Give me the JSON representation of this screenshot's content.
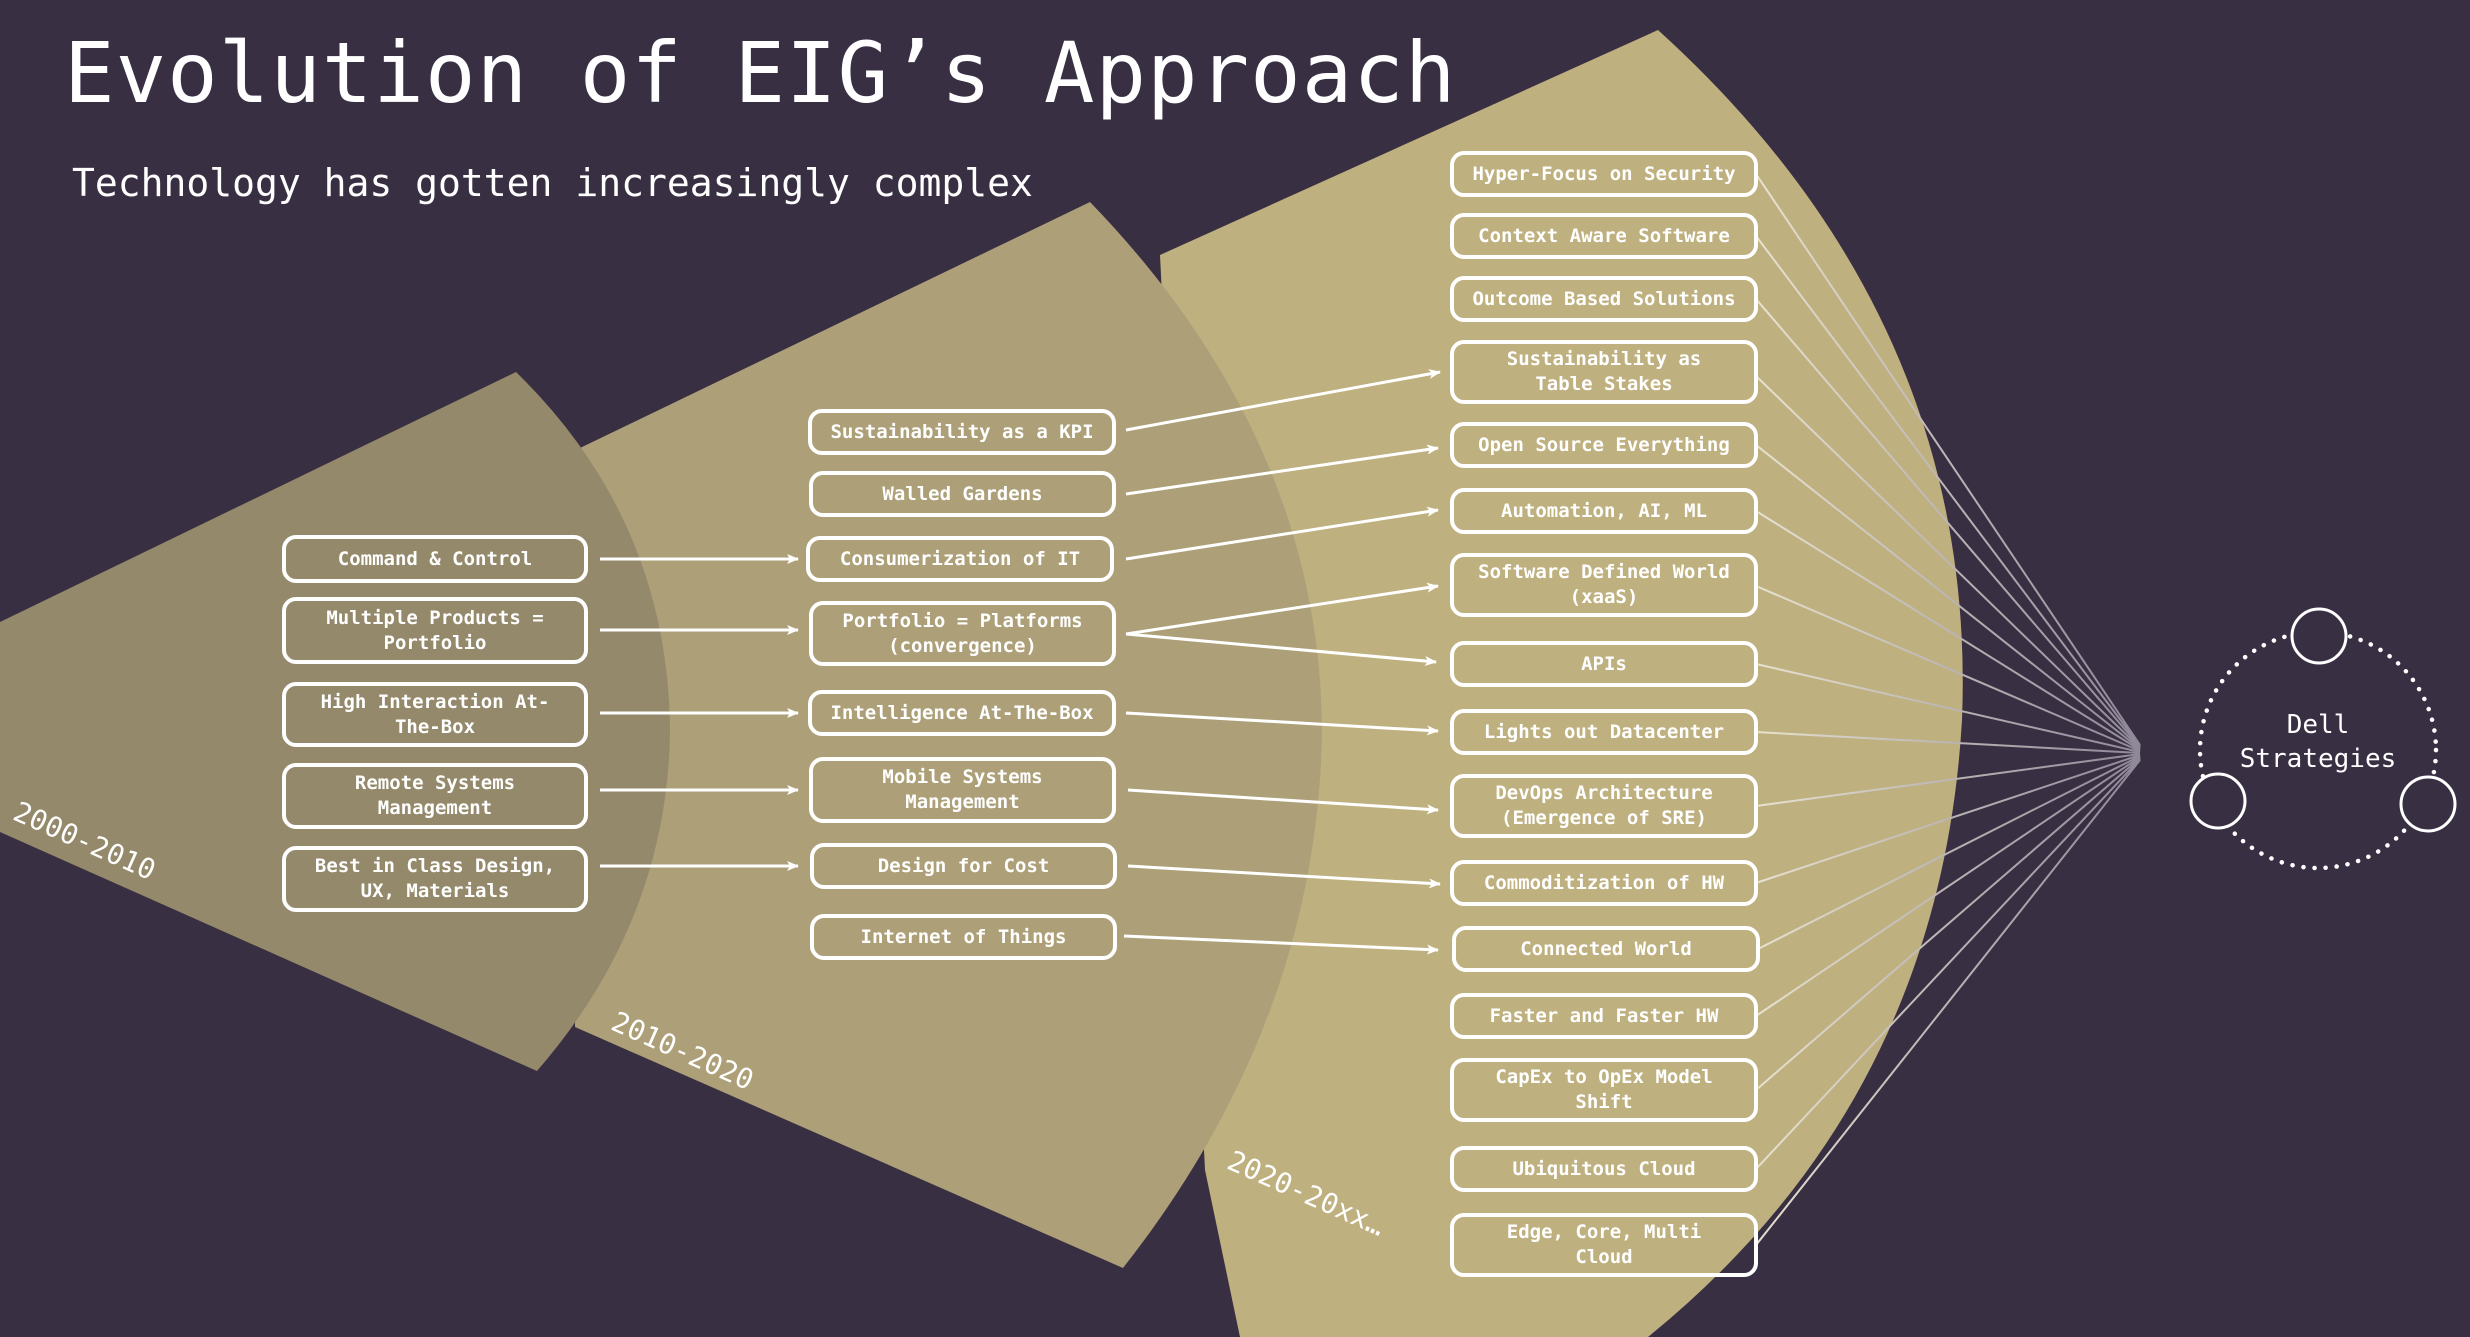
{
  "header": {
    "title": "Evolution of EIG’s Approach",
    "subtitle": "Technology has gotten increasingly complex"
  },
  "colors": {
    "background": "#392f43",
    "era_2000": "#94896a",
    "era_2010": "#ada078",
    "era_2020": "#bfb07f",
    "box_border": "#ffffff",
    "text": "#ffffff"
  },
  "eras": [
    {
      "label": "2000-2010"
    },
    {
      "label": "2010-2020"
    },
    {
      "label": "2020-20xx…"
    }
  ],
  "columns": {
    "era_2000": [
      "Command & Control",
      "Multiple Products =\nPortfolio",
      "High Interaction At-\nThe-Box",
      "Remote Systems\nManagement",
      "Best in Class Design,\nUX, Materials"
    ],
    "era_2010": [
      "Sustainability as a KPI",
      "Walled Gardens",
      "Consumerization of IT",
      "Portfolio = Platforms\n(convergence)",
      "Intelligence At-The-Box",
      "Mobile Systems\nManagement",
      "Design for Cost",
      "Internet of Things"
    ],
    "era_2020": [
      "Hyper-Focus on Security",
      "Context Aware Software",
      "Outcome Based Solutions",
      "Sustainability as\nTable Stakes",
      "Open Source Everything",
      "Automation, AI, ML",
      "Software Defined World\n(xaaS)",
      "APIs",
      "Lights out Datacenter",
      "DevOps Architecture\n(Emergence of SRE)",
      "Commoditization of HW",
      "Connected World",
      "Faster and Faster HW",
      "CapEx to OpEx Model\nShift",
      "Ubiquitous Cloud",
      "Edge, Core,  Multi\nCloud"
    ]
  },
  "target": {
    "label": "Dell\nStrategies"
  }
}
